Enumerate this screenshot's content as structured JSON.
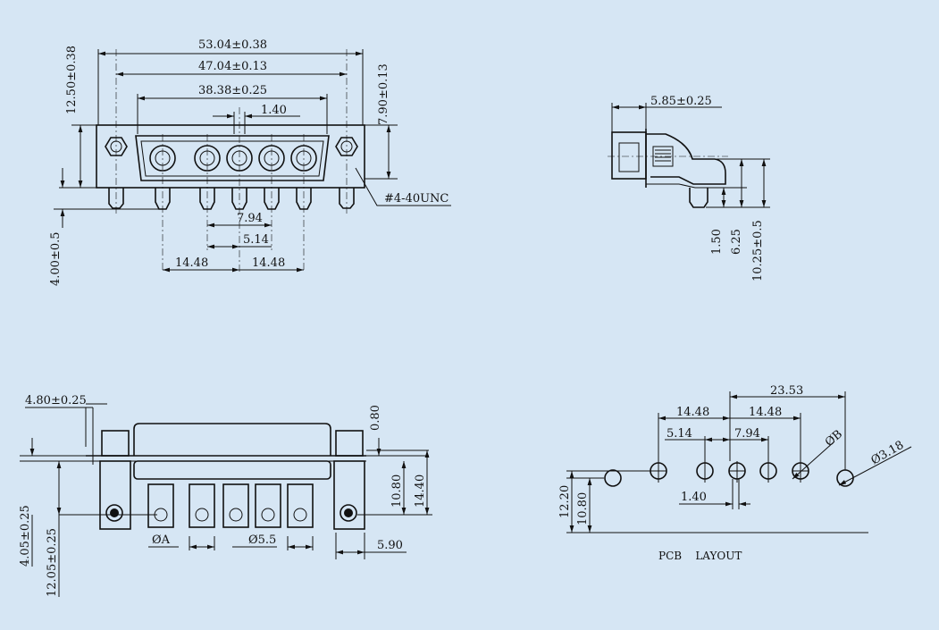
{
  "colors": {
    "background": "#d6e6f4",
    "ink": "#111111"
  },
  "front_view": {
    "overall_width": "53.04±0.38",
    "mount_hole_pitch": "47.04±0.13",
    "shell_width": "38.38±0.25",
    "contact_offset": "1.40",
    "height_top": "12.50±0.38",
    "shell_height": "7.90±0.13",
    "thread": "#4-40UNC",
    "pin_pitch_small": "7.94",
    "pin_pitch_half": "5.14",
    "pin_span_left": "14.48",
    "pin_span_right": "14.48",
    "pin_length": "4.00±0.5"
  },
  "side_view": {
    "depth": "5.85±0.25",
    "dim_a": "1.50",
    "dim_b": "6.25",
    "dim_c": "10.25±0.5"
  },
  "bottom_view": {
    "flange": "4.80±0.25",
    "top_offset": "0.80",
    "dim_1080": "10.80",
    "dim_1440": "14.40",
    "dim_405": "4.05±0.25",
    "dim_1205": "12.05±0.25",
    "dim_590": "5.90",
    "dia_a": "ØA",
    "dia_55": "Ø5.5"
  },
  "pcb_layout": {
    "title": "PCB    LAYOUT",
    "dim_2353": "23.53",
    "dim_1448_left": "14.48",
    "dim_1448_right": "14.48",
    "dim_514": "5.14",
    "dim_794": "7.94",
    "dia_b": "ØB",
    "dia_318": "Ø3.18",
    "dim_140": "1.40",
    "dim_1220": "12.20",
    "dim_1080": "10.80"
  }
}
